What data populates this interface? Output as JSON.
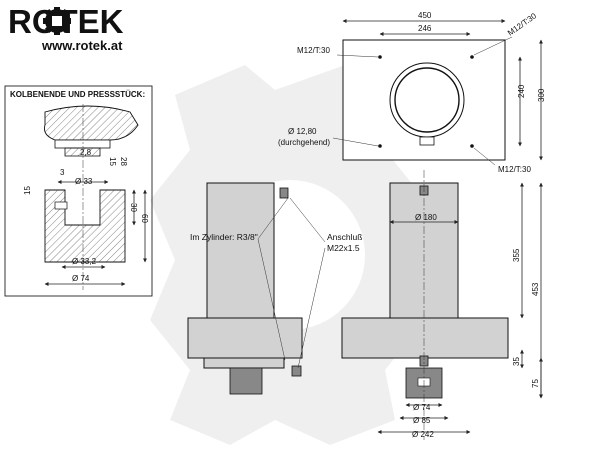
{
  "brand": {
    "logo_text": "ROTEK",
    "website": "www.rotek.at"
  },
  "colors": {
    "line": "#222222",
    "fill": "#d2d2d2",
    "watermark": "#ededed"
  },
  "detail": {
    "title": "KOLBENENDE UND PRESSSTÜCK:",
    "dims": {
      "d28a": "2,8",
      "d15a": "15",
      "d28b": "28",
      "d3": "3",
      "d33": "Ø 33",
      "d15b": "15",
      "d30": "30",
      "d60": "60",
      "d332": "Ø 33,2",
      "d74": "Ø 74"
    }
  },
  "plate": {
    "dims": {
      "w450": "450",
      "w246": "246",
      "h240": "240",
      "h300": "300"
    },
    "callouts": {
      "m12_tl": "M12/T:30",
      "m12_tr": "M12/T:30",
      "m12_br": "M12/T:30",
      "hole": "Ø 12,80",
      "hole_sub": "(durchgehend)"
    }
  },
  "side": {
    "labels": {
      "zylinder": "Im Zylinder: R3/8\"",
      "anschluss": "Anschluß",
      "anschluss_sub": "M22x1.5"
    }
  },
  "front": {
    "dims": {
      "d180": "Ø 180",
      "h355": "355",
      "h453": "453",
      "h35": "35",
      "h75": "75",
      "d74": "Ø 74",
      "d85": "Ø 85",
      "d242": "Ø 242"
    }
  }
}
